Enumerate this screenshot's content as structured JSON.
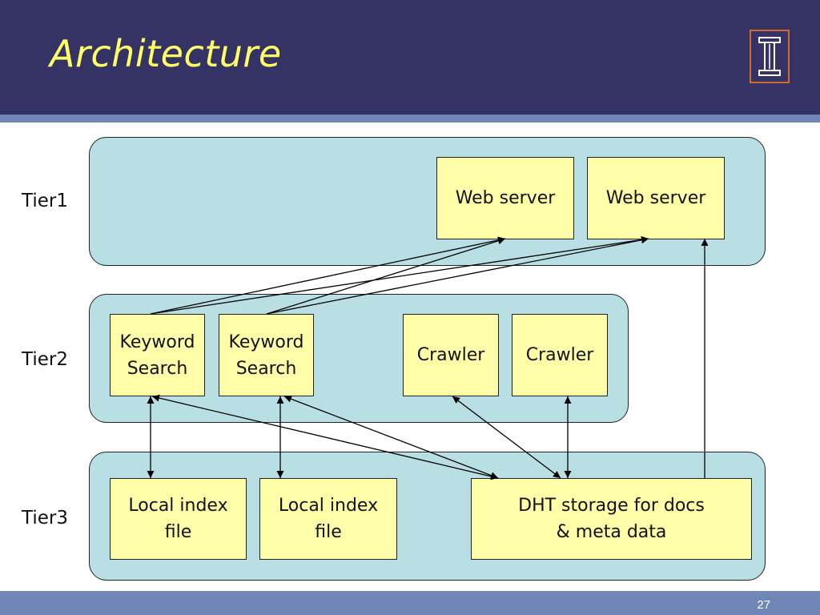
{
  "slide": {
    "title": "Architecture",
    "page_number": "27"
  },
  "colors": {
    "header_bg": "#353365",
    "accent_stripe": "#6f86b6",
    "title_text": "#ffff66",
    "panel_fill": "#b8dfe3",
    "node_fill": "#ffffaa",
    "logo_border": "#d16b2a"
  },
  "diagram": {
    "tiers": [
      {
        "id": "tier1",
        "label": "Tier1"
      },
      {
        "id": "tier2",
        "label": "Tier2"
      },
      {
        "id": "tier3",
        "label": "Tier3"
      }
    ],
    "nodes": [
      {
        "id": "web1",
        "tier": "tier1",
        "label": "Web server"
      },
      {
        "id": "web2",
        "tier": "tier1",
        "label": "Web server"
      },
      {
        "id": "kw1",
        "tier": "tier2",
        "label": "Keyword\nSearch"
      },
      {
        "id": "kw2",
        "tier": "tier2",
        "label": "Keyword\nSearch"
      },
      {
        "id": "crawler1",
        "tier": "tier2",
        "label": "Crawler"
      },
      {
        "id": "crawler2",
        "tier": "tier2",
        "label": "Crawler"
      },
      {
        "id": "local1",
        "tier": "tier3",
        "label": "Local index\nfile"
      },
      {
        "id": "local2",
        "tier": "tier3",
        "label": "Local index\nfile"
      },
      {
        "id": "dht",
        "tier": "tier3",
        "label": "DHT storage for docs\n& meta data"
      }
    ],
    "edges": [
      {
        "from": "kw1",
        "to": "web1",
        "direction": "to"
      },
      {
        "from": "kw1",
        "to": "web2",
        "direction": "to"
      },
      {
        "from": "kw2",
        "to": "web1",
        "direction": "to"
      },
      {
        "from": "kw2",
        "to": "web2",
        "direction": "to"
      },
      {
        "from": "dht",
        "to": "web2",
        "direction": "to"
      },
      {
        "from": "kw1",
        "to": "local1",
        "direction": "both"
      },
      {
        "from": "kw2",
        "to": "local2",
        "direction": "both"
      },
      {
        "from": "kw1",
        "to": "dht",
        "direction": "both"
      },
      {
        "from": "kw2",
        "to": "dht",
        "direction": "both"
      },
      {
        "from": "crawler1",
        "to": "dht",
        "direction": "both"
      },
      {
        "from": "crawler2",
        "to": "dht",
        "direction": "both"
      }
    ]
  }
}
